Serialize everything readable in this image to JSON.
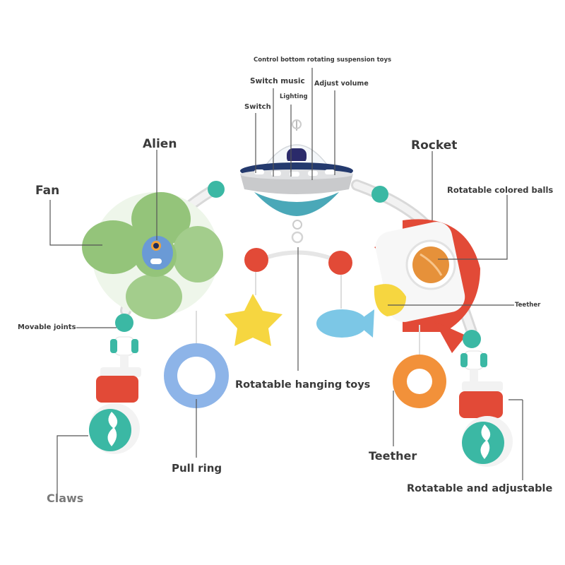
{
  "diagram": {
    "subject": "Baby play arch with rotating UFO mobile and hanging toys",
    "labels": {
      "control_bottom": "Control bottom rotating suspension toys",
      "switch_music": "Switch music",
      "adjust_volume": "Adjust volume",
      "lighting": "Lighting",
      "switch": "Switch",
      "alien": "Alien",
      "rocket": "Rocket",
      "fan": "Fan",
      "rotatable_balls": "Rotatable colored balls",
      "teether_small": "Teether",
      "movable_joints": "Movable joints",
      "hanging_toys": "Rotatable hanging toys",
      "pull_ring": "Pull ring",
      "teether": "Teether",
      "claws": "Claws",
      "rotatable_adjustable": "Rotatable and adjustable"
    },
    "colors": {
      "leader_line": "#555555",
      "label_text": "#3a3a3a",
      "arch_frame": "#e6e6e6",
      "joint_teal": "#3bb8a4",
      "fan_green": "#94c47a",
      "alien_blue": "#6a9ad6",
      "ufo_gray": "#c9cacc",
      "ufo_teal": "#4aa8b8",
      "rocket_red": "#e24a37",
      "ball_orange": "#e6913a",
      "star_yellow": "#f6d640",
      "fish_blue": "#7cc7e6",
      "ring_blue": "#8db4e8",
      "teether_orange": "#f2913a",
      "clamp_red": "#e24a37",
      "claw_teal": "#3bb8a4"
    }
  }
}
